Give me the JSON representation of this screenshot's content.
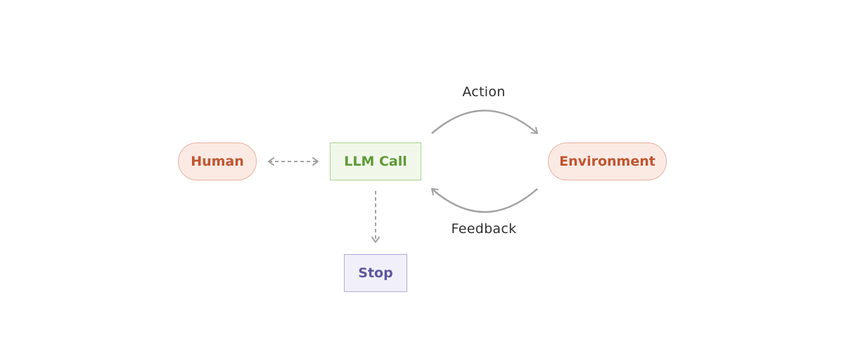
{
  "nodes": {
    "human": "Human",
    "llm_call": "LLM Call",
    "environment": "Environment",
    "stop": "Stop"
  },
  "edges": {
    "action": "Action",
    "feedback": "Feedback"
  },
  "colors": {
    "pill_fill": "#fbeae4",
    "pill_border": "#eab09c",
    "pill_text": "#c0552f",
    "llm_fill": "#f1f8ea",
    "llm_border": "#a8d38f",
    "llm_text": "#5f9a35",
    "stop_fill": "#f1f0fa",
    "stop_border": "#b1acd9",
    "stop_text": "#5e569f",
    "arrow": "#a3a3a3"
  }
}
